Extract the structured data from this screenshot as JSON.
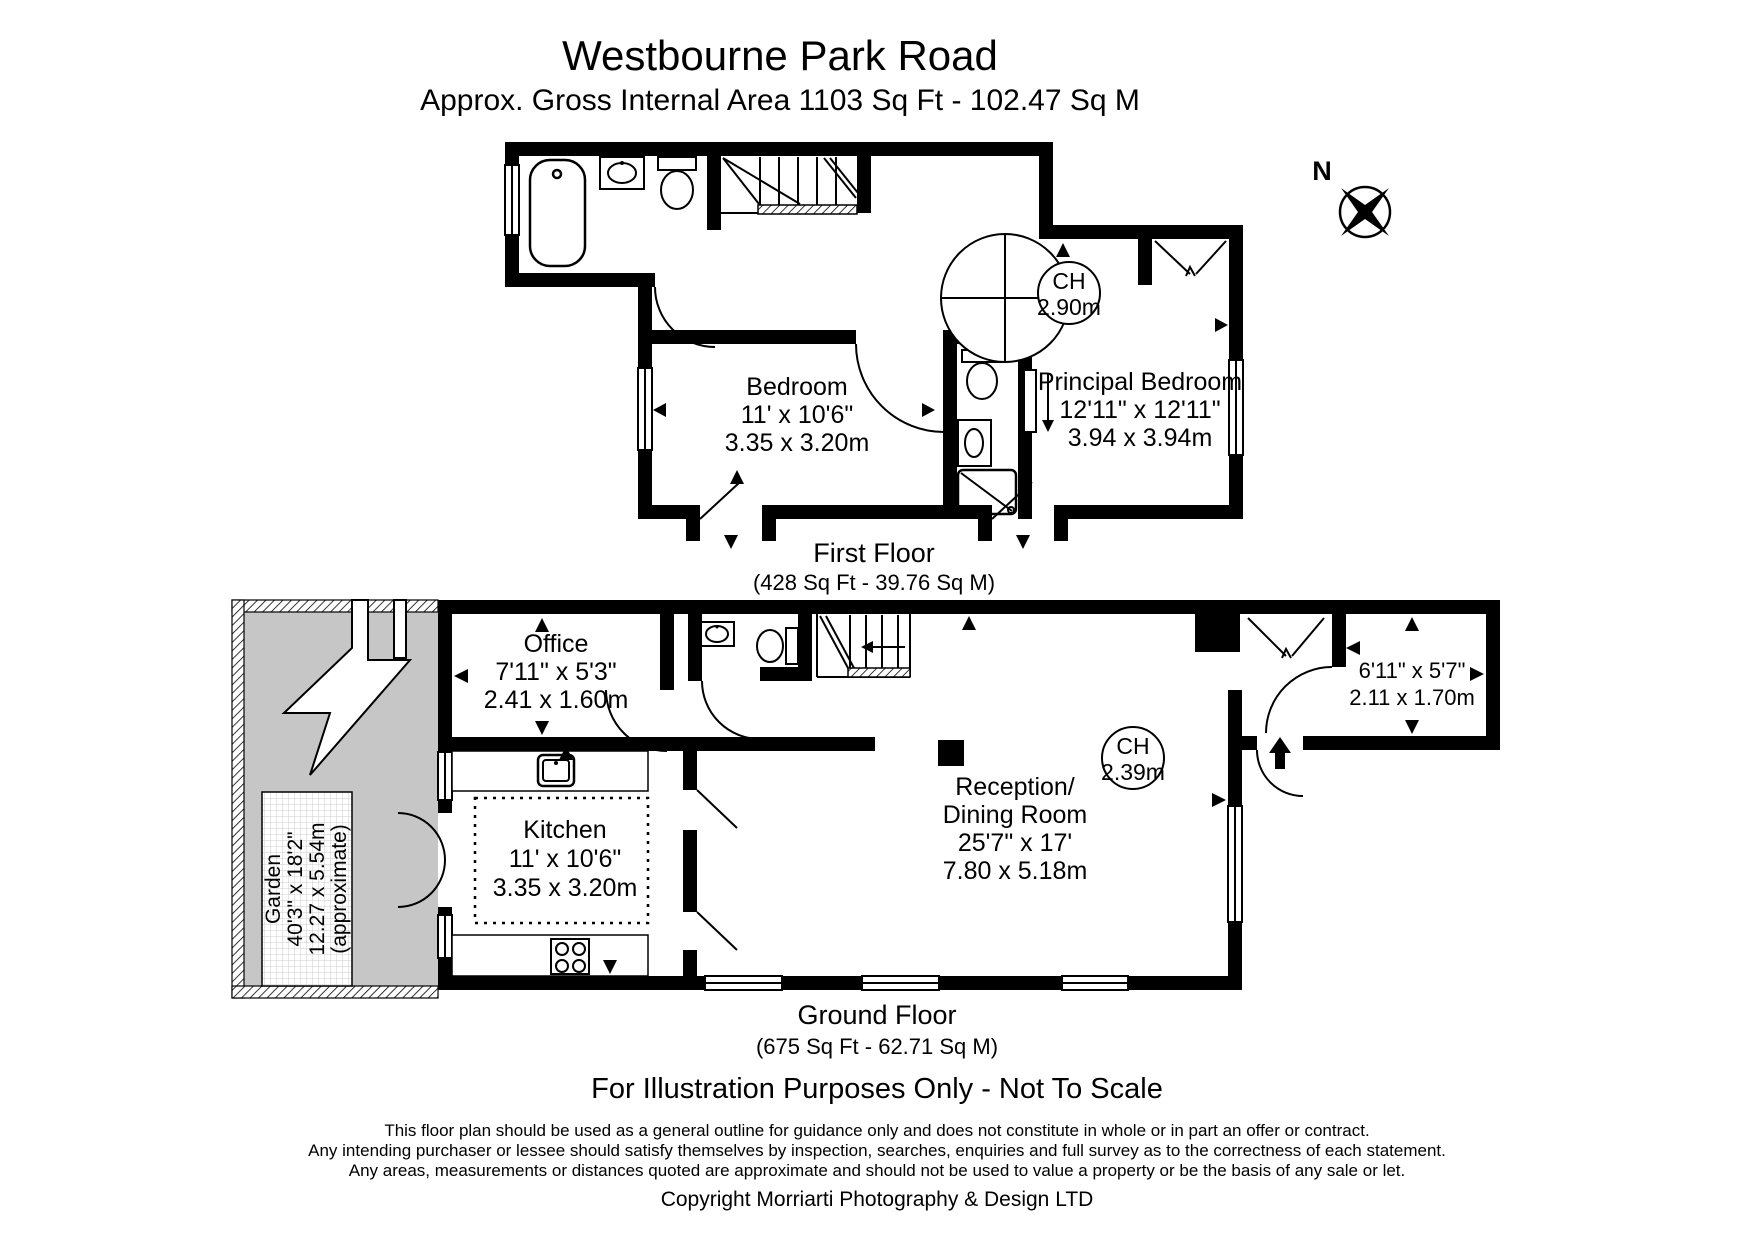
{
  "title": "Westbourne Park Road",
  "subtitle": "Approx. Gross Internal Area   1103 Sq Ft  -  102.47 Sq M",
  "compass": {
    "north_label": "N"
  },
  "first_floor": {
    "caption": "First Floor",
    "area": "(428 Sq Ft  -  39.76 Sq M)",
    "ceiling_height": {
      "label": "CH",
      "value": "2.90m"
    },
    "rooms": {
      "bedroom": {
        "name": "Bedroom",
        "imperial": "11' x 10'6\"",
        "metric": "3.35 x 3.20m"
      },
      "principal_bedroom": {
        "name": "Principal Bedroom",
        "imperial": "12'11\" x 12'11\"",
        "metric": "3.94 x 3.94m"
      }
    }
  },
  "ground_floor": {
    "caption": "Ground Floor",
    "area": "(675 Sq Ft  -  62.71 Sq M)",
    "ceiling_height": {
      "label": "CH",
      "value": "2.39m"
    },
    "rooms": {
      "office": {
        "name": "Office",
        "imperial": "7'11\" x 5'3\"",
        "metric": "2.41 x 1.60m"
      },
      "kitchen": {
        "name": "Kitchen",
        "imperial": "11' x 10'6\"",
        "metric": "3.35 x 3.20m"
      },
      "reception": {
        "name_line1": "Reception/",
        "name_line2": "Dining Room",
        "imperial": "25'7\" x 17'",
        "metric": "7.80 x 5.18m"
      },
      "hallway": {
        "imperial": "6'11\" x 5'7\"",
        "metric": "2.11 x 1.70m"
      },
      "garden": {
        "name": "Garden",
        "imperial": "40'3\" x 18'2\"",
        "metric": "12.27 x 5.54m",
        "note": "(approximate)"
      }
    }
  },
  "footer": {
    "scale_note": "For Illustration Purposes Only - Not To Scale",
    "disclaimer_line1": "This floor plan should be used as a general outline for guidance only and does not constitute in whole or in part an offer or contract.",
    "disclaimer_line2": "Any intending purchaser or lessee should satisfy themselves by inspection, searches, enquiries and full survey as to the correctness of each statement.",
    "disclaimer_line3": "Any areas, measurements or distances quoted are approximate and should not be used to value a property or be the basis of any sale or let.",
    "copyright": "Copyright Morriarti Photography & Design LTD"
  }
}
